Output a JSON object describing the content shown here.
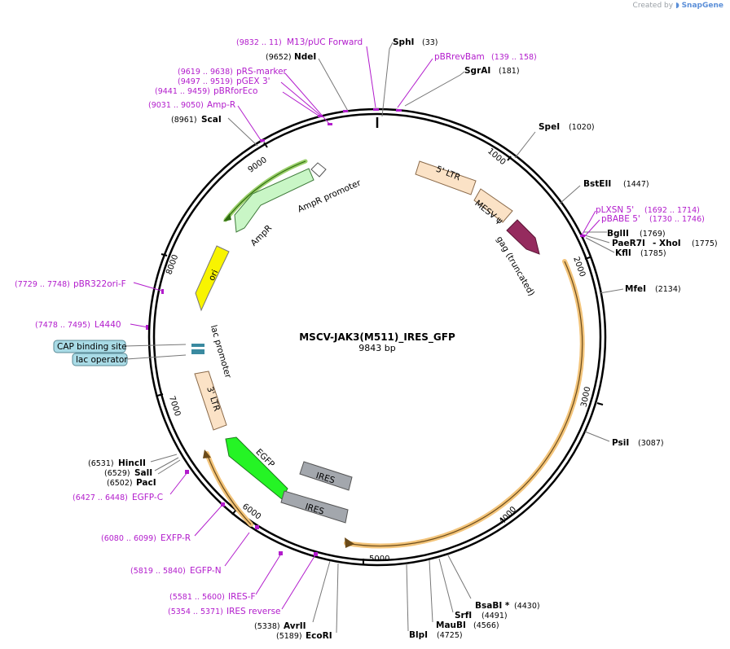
{
  "credit": {
    "prefix": "Created by",
    "brand": "SnapGene"
  },
  "title": "MSCV-JAK3(M511)_IRES_GFP",
  "length_label": "9843 bp",
  "ticks": [
    "1000",
    "2000",
    "3000",
    "4000",
    "5000",
    "6000",
    "7000",
    "8000",
    "9000"
  ],
  "enzymes": [
    {
      "name": "SphI",
      "pos": "(33)"
    },
    {
      "name": "SgrAI",
      "pos": "(181)"
    },
    {
      "name": "SpeI",
      "pos": "(1020)"
    },
    {
      "name": "BstEII",
      "pos": "(1447)"
    },
    {
      "name": "BglII",
      "pos": "(1769)"
    },
    {
      "name": "PaeR7I",
      "name2": "- XhoI",
      "pos": "(1775)"
    },
    {
      "name": "KflI",
      "pos": "(1785)"
    },
    {
      "name": "MfeI",
      "pos": "(2134)"
    },
    {
      "name": "PsiI",
      "pos": "(3087)"
    },
    {
      "name": "BsaBI *",
      "pos": "(4430)"
    },
    {
      "name": "SrfI",
      "pos": "(4491)"
    },
    {
      "name": "MauBI",
      "pos": "(4566)"
    },
    {
      "name": "BlpI",
      "pos": "(4725)"
    },
    {
      "name": "EcoRI",
      "pos": "(5189)"
    },
    {
      "name": "AvrII",
      "pos": "(5338)"
    },
    {
      "name": "PacI",
      "pos": "(6502)"
    },
    {
      "name": "SalI",
      "pos": "(6529)"
    },
    {
      "name": "HincII",
      "pos": "(6531)"
    },
    {
      "name": "ScaI",
      "pos": "(8961)"
    },
    {
      "name": "NdeI",
      "pos": "(9652)"
    }
  ],
  "primers": [
    {
      "name": "M13/pUC Forward",
      "pos": "(9832 .. 11)"
    },
    {
      "name": "pBRrevBam",
      "pos": "(139 .. 158)"
    },
    {
      "name": "pLXSN 5'",
      "pos": "(1692 .. 1714)"
    },
    {
      "name": "pBABE 5'",
      "pos": "(1730 .. 1746)"
    },
    {
      "name": "pRS-marker",
      "pos": "(9619 .. 9638)"
    },
    {
      "name": "pGEX 3'",
      "pos": "(9497 .. 9519)"
    },
    {
      "name": "pBRforEco",
      "pos": "(9441 .. 9459)"
    },
    {
      "name": "Amp-R",
      "pos": "(9031 .. 9050)"
    },
    {
      "name": "pBR322ori-F",
      "pos": "(7729 .. 7748)"
    },
    {
      "name": "L4440",
      "pos": "(7478 .. 7495)"
    },
    {
      "name": "EGFP-C",
      "pos": "(6427 .. 6448)"
    },
    {
      "name": "EXFP-R",
      "pos": "(6080 .. 6099)"
    },
    {
      "name": "EGFP-N",
      "pos": "(5819 .. 5840)"
    },
    {
      "name": "IRES-F",
      "pos": "(5581 .. 5600)"
    },
    {
      "name": "IRES reverse",
      "pos": "(5354 .. 5371)"
    }
  ],
  "features": {
    "ltr5": "5' LTR",
    "mesv": "MESV ψ",
    "gag": "gag (truncated)",
    "ampr_promoter": "AmpR promoter",
    "ampr": "AmpR",
    "ori": "ori",
    "lac_promoter": "lac promoter",
    "ltr3": "3' LTR",
    "egfp": "EGFP",
    "ires1": "IRES",
    "ires2": "IRES"
  },
  "boxed": {
    "cap": "CAP binding site",
    "lac_operator": "lac operator"
  },
  "colors": {
    "ltr": "#fbe2c6",
    "gag": "#952b5e",
    "ampr": "#c9f6c6",
    "ori": "#f8f400",
    "egfp": "#25f425",
    "ires": "#a3a7ad",
    "orf": "#f3c47a",
    "primer": "#b21ccc",
    "box": "#a9dbe6"
  }
}
